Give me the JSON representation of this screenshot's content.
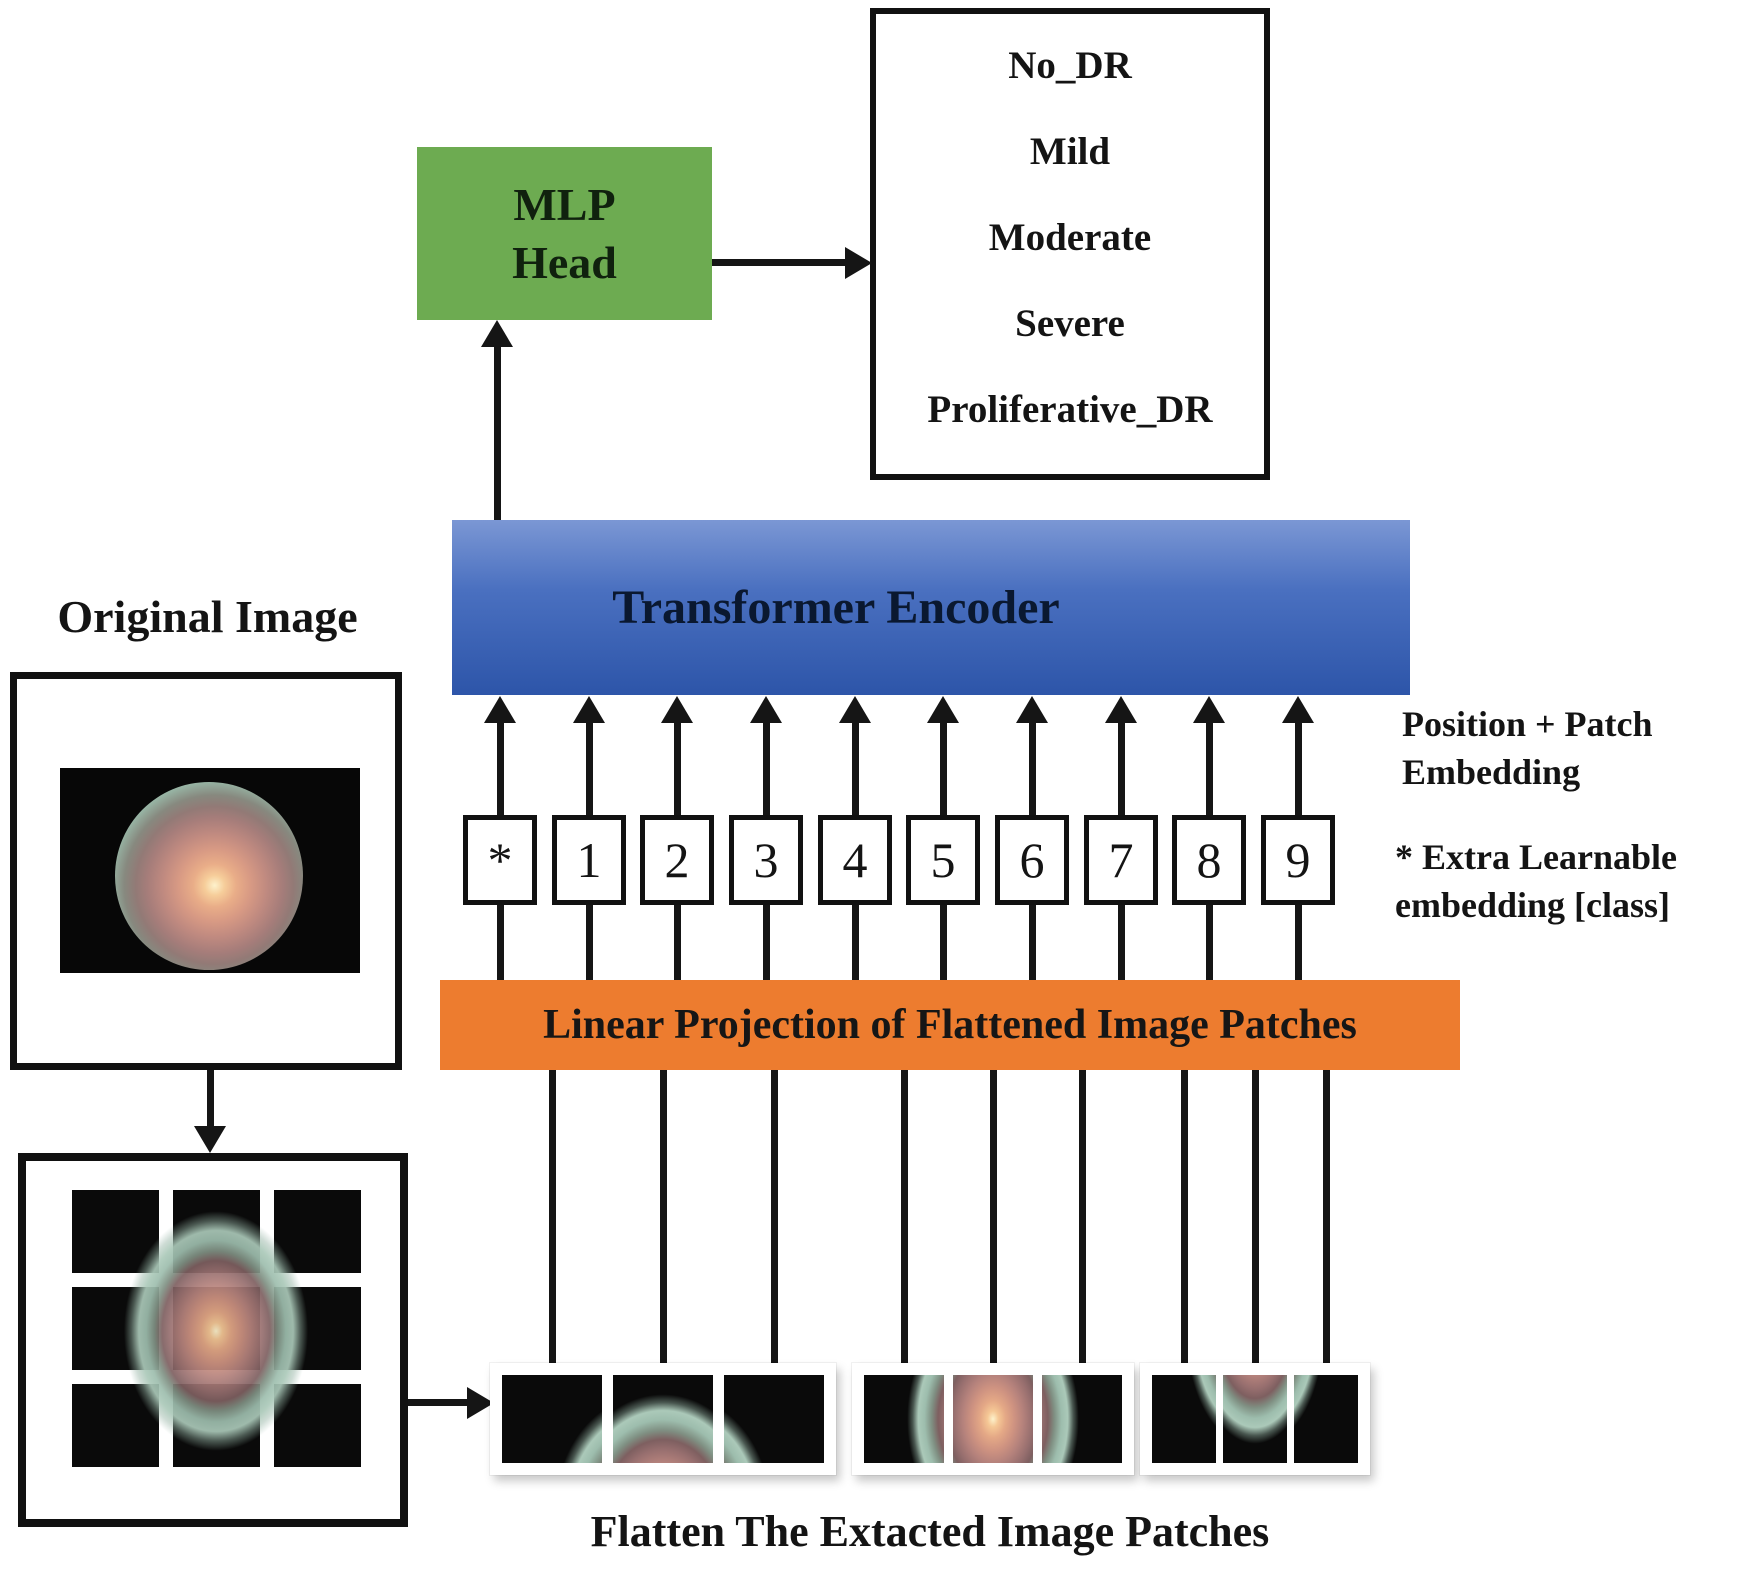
{
  "left_panel": {
    "original_image_label": "Original Image"
  },
  "mlp_head": {
    "lines": [
      "MLP",
      "Head"
    ]
  },
  "classes_box": {
    "items": [
      "No_DR",
      "Mild",
      "Moderate",
      "Severe",
      "Proliferative_DR"
    ]
  },
  "transformer": {
    "label": "Transformer Encoder"
  },
  "tokens": [
    "*",
    "1",
    "2",
    "3",
    "4",
    "5",
    "6",
    "7",
    "8",
    "9"
  ],
  "linear_projection": {
    "label": "Linear Projection of Flattened Image Patches"
  },
  "annotations": {
    "position_patch_line1": "Position + Patch",
    "position_patch_line2": "Embedding",
    "extra_line1": "* Extra Learnable",
    "extra_line2": "embedding [class]"
  },
  "caption": "Flatten The Extacted Image Patches",
  "colors": {
    "mlp_green": "#6dab51",
    "encoder_blue_top": "#7b97d4",
    "encoder_blue_bottom": "#2d55a9",
    "projection_orange": "#ed7c2f",
    "line_black": "#151515"
  }
}
